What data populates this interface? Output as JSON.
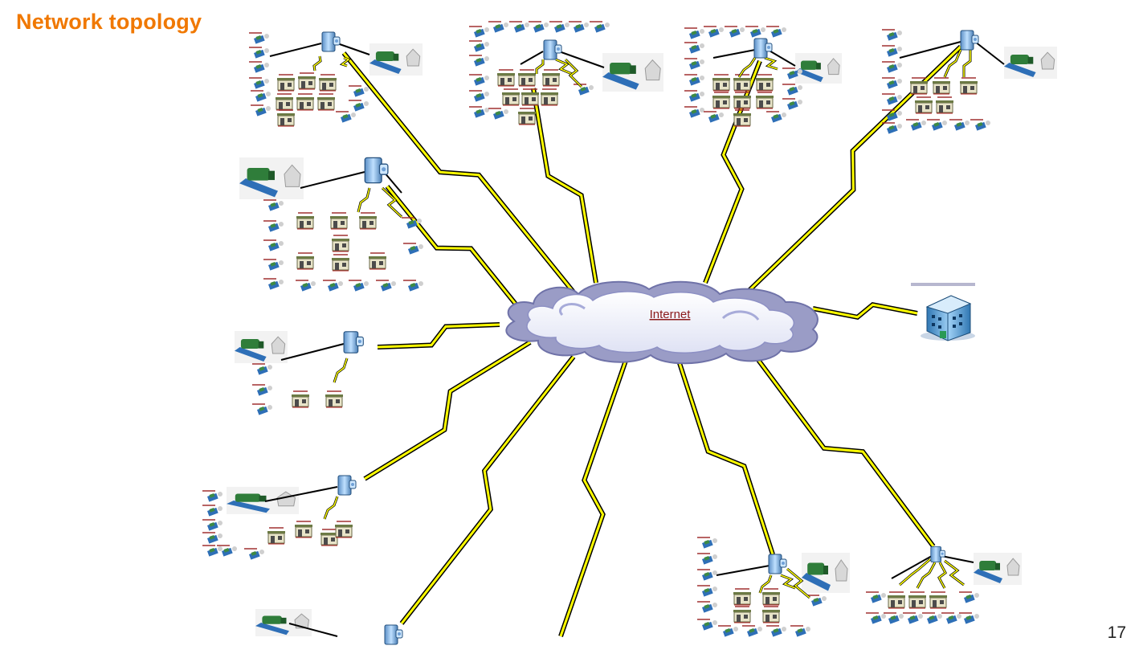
{
  "slide": {
    "title": "Network topology",
    "page_number": "17"
  },
  "diagram": {
    "center_label": "Internet",
    "icons": {
      "hub": "cloud-icon",
      "site_router": "router-icon",
      "site": "remote-site-cluster",
      "hq": "hq-building-icon"
    },
    "colors": {
      "title": "#f07800",
      "wan_link": "#ffff00",
      "link_outline": "#000000",
      "cloud_fill": "#eef0fa",
      "cloud_edge": "#7c7fb4",
      "label_text": "#8b1a1a"
    }
  }
}
